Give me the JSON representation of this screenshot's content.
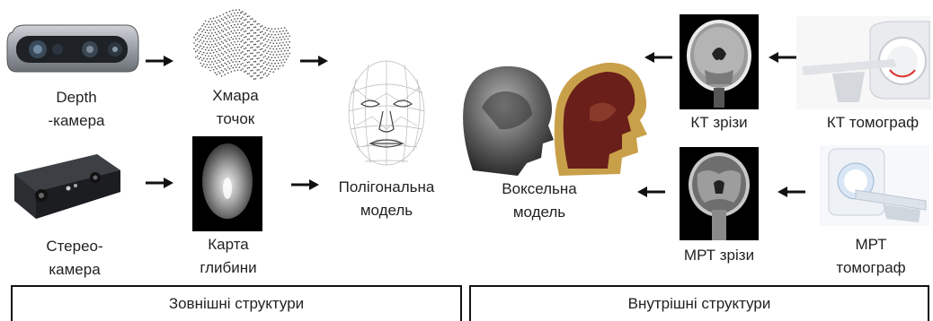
{
  "labels": {
    "depth_camera": [
      "Depth",
      "-камера"
    ],
    "point_cloud": [
      "Хмара",
      "точок"
    ],
    "stereo_camera": [
      "Стерео-",
      "камера"
    ],
    "depth_map": [
      "Карта",
      "глибини"
    ],
    "polygon_model": [
      "Полігональна",
      "модель"
    ],
    "voxel_model": [
      "Воксельна",
      "модель"
    ],
    "ct_slices": "КТ зрізи",
    "ct_scanner": "КТ томограф",
    "mri_slices": "МРТ зрізи",
    "mri_scanner": [
      "МРТ",
      "томограф"
    ]
  },
  "sections": {
    "external": "Зовнішні структури",
    "internal": "Внутрішні структури"
  },
  "colors": {
    "arrow": "#111111",
    "border": "#111111",
    "text": "#222222"
  }
}
